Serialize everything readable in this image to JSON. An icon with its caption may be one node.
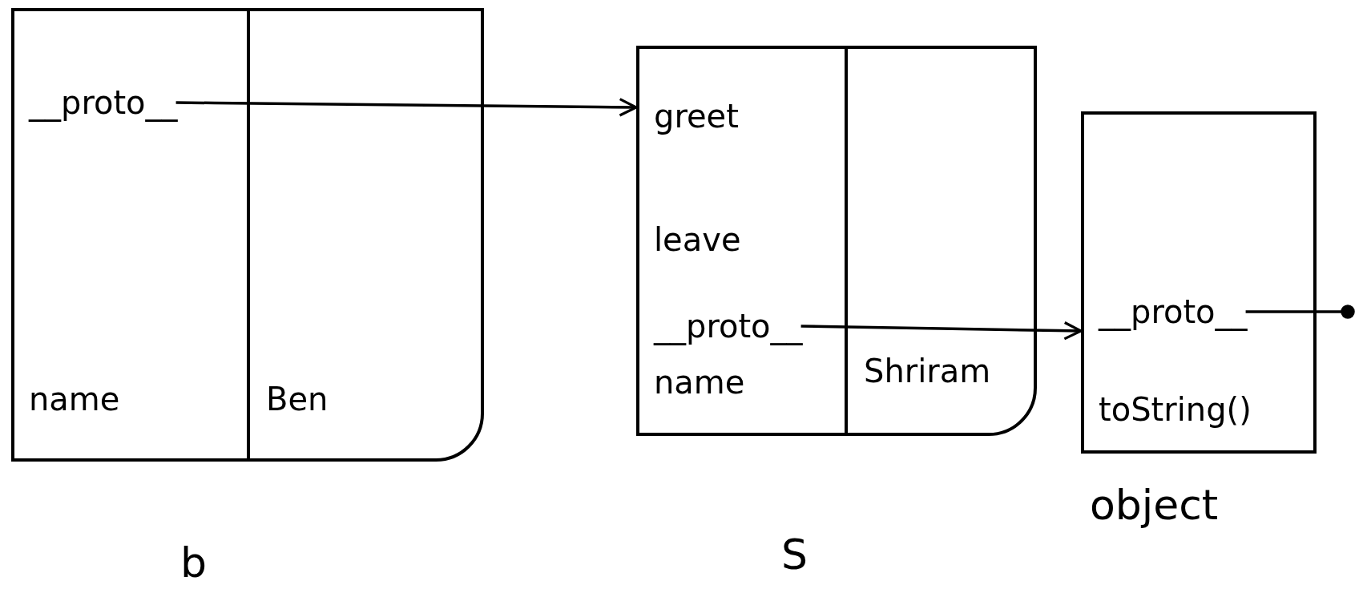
{
  "diagram": {
    "nodes": [
      {
        "text": [],
        "shape": "box",
        "beside": [
          "b"
        ]
      },
      {
        "text": [
          "__proto__"
        ],
        "in": 0
      },
      {
        "text": [
          "name"
        ],
        "in": 0
      },
      {
        "text": [
          "Ben"
        ],
        "in": 0
      },
      {
        "text": [],
        "shape": "box",
        "beside": [
          "S"
        ]
      },
      {
        "text": [
          "greet"
        ],
        "in": 4
      },
      {
        "text": [
          "leave"
        ],
        "in": 4
      },
      {
        "text": [
          "__proto__"
        ],
        "in": 4
      },
      {
        "text": [
          "name"
        ],
        "in": 4
      },
      {
        "text": [
          "Shriram"
        ],
        "in": 4
      },
      {
        "text": [],
        "shape": "box",
        "beside": [
          "object"
        ]
      },
      {
        "text": [
          "__proto__"
        ],
        "in": 10
      },
      {
        "text": [
          "toString()"
        ],
        "in": 10
      }
    ],
    "edges": [
      {
        "from": 1,
        "to": 4,
        "arrow": "to"
      },
      {
        "from": 7,
        "to": 10,
        "arrow": "to"
      },
      {
        "from": 11,
        "to": null,
        "arrow": "other"
      }
    ]
  }
}
